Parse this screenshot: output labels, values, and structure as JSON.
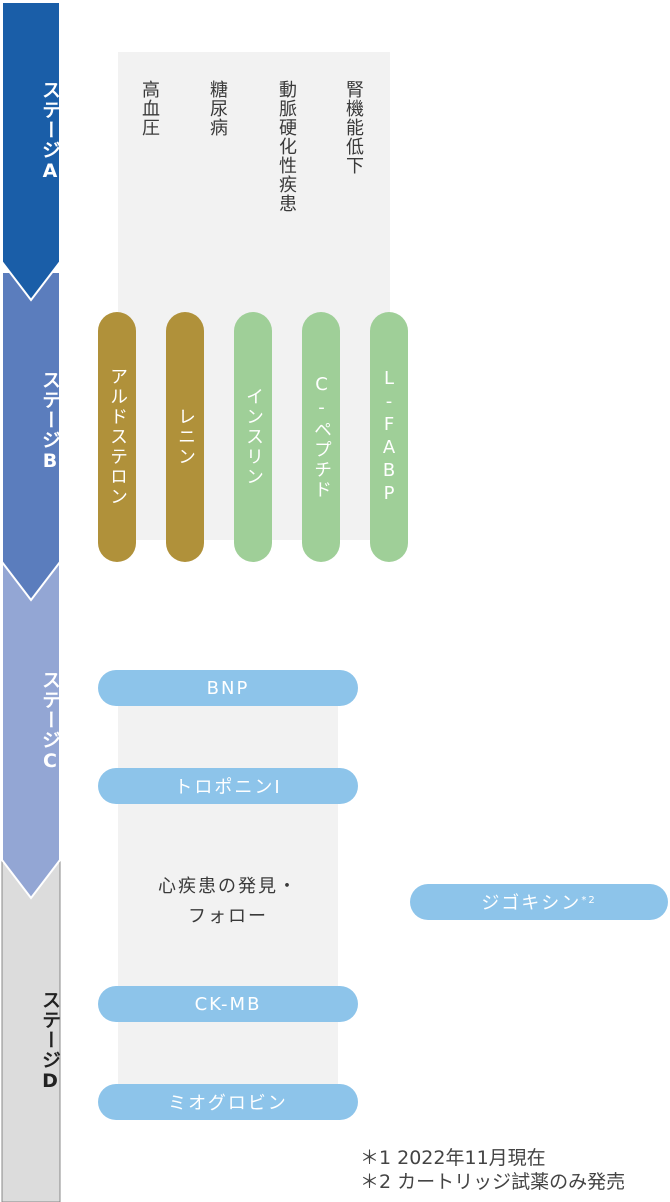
{
  "stages": [
    {
      "label": "ステージA",
      "color": "#1a5ea8",
      "text_color": "#ffffff"
    },
    {
      "label": "ステージB",
      "color": "#5b7dbd",
      "text_color": "#ffffff"
    },
    {
      "label": "ステージC",
      "color": "#93a6d4",
      "text_color": "#ffffff"
    },
    {
      "label": "ステージD",
      "color": "#dcdcdc",
      "text_color": "#222222"
    }
  ],
  "risk_factors": [
    "高血圧",
    "糖尿病",
    "動脈硬化性疾患",
    "腎機能低下"
  ],
  "stage_b_markers": [
    {
      "label": "アルドステロン",
      "group": "gold"
    },
    {
      "label": "レニン",
      "group": "gold"
    },
    {
      "label": "インスリン",
      "group": "green"
    },
    {
      "label": "C-ペプチド",
      "group": "green"
    },
    {
      "label": "L-FABP",
      "group": "green"
    }
  ],
  "cardiac_markers": [
    "BNP",
    "トロポニンI",
    "CK-MB",
    "ミオグロビン"
  ],
  "cardiac_center_text": [
    "心疾患の発見・",
    "フォロー"
  ],
  "digoxin": {
    "label": "ジゴキシン",
    "note": "*2"
  },
  "colors": {
    "gold": "#b0913a",
    "green": "#9fcf98",
    "blue_pill": "#8dc4ea",
    "panel": "#f2f2f2"
  },
  "footnotes": [
    "＊1 2022年11月現在",
    "＊2 カートリッジ試薬のみ発売"
  ]
}
